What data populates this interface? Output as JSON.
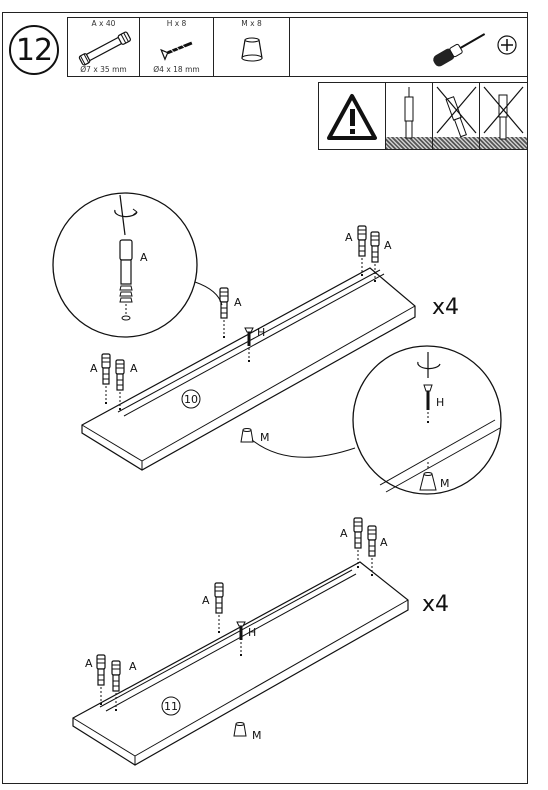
{
  "step": {
    "number": "12"
  },
  "parts": [
    {
      "qty": "A x 40",
      "dim": "Ø7 x 35 mm",
      "icon": "cam-dowel-icon"
    },
    {
      "qty": "H x 8",
      "dim": "Ø4 x 18 mm",
      "icon": "screw-icon"
    },
    {
      "qty": "M x 8",
      "dim": "",
      "icon": "foot-glide-icon"
    }
  ],
  "tool": {
    "icon": "screwdriver-icon"
  },
  "warning": {
    "icons": [
      "warning-icon",
      "correct-dowel-icon",
      "wrong-dowel-tilted-icon",
      "wrong-dowel-deep-icon"
    ]
  },
  "labels": {
    "a": "A",
    "h": "H",
    "m": "M"
  },
  "panels": [
    {
      "number": "10",
      "quantity": "x4"
    },
    {
      "number": "11",
      "quantity": "x4"
    }
  ]
}
